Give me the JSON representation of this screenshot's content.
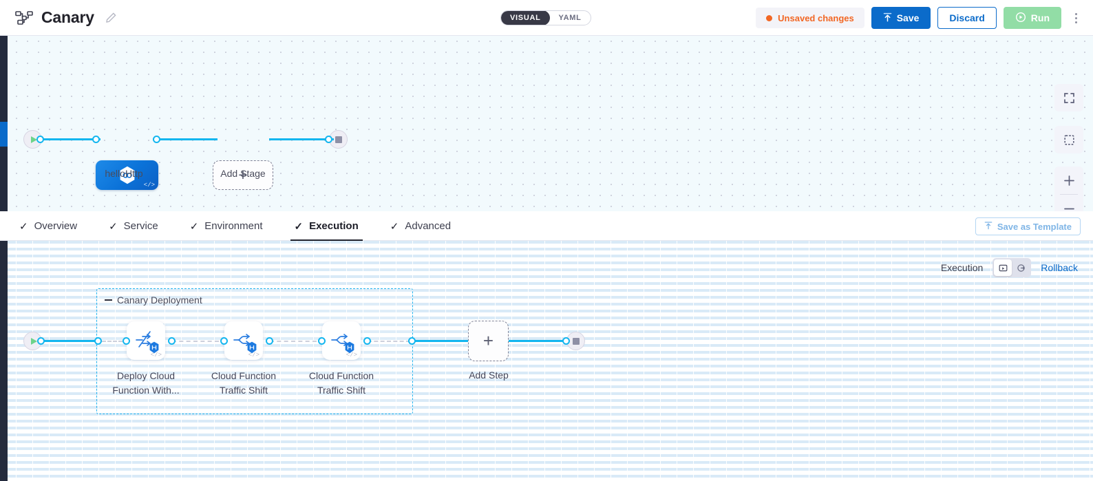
{
  "header": {
    "pipeline_icon": "pipeline-icon",
    "title": "Canary",
    "edit_icon": "pencil-icon",
    "mode_toggle": {
      "visual": "VISUAL",
      "yaml": "YAML",
      "selected": "VISUAL"
    },
    "unsaved_label": "Unsaved changes",
    "save_label": "Save",
    "discard_label": "Discard",
    "run_label": "Run",
    "kebab_icon": "more-vertical-icon"
  },
  "colors": {
    "accent_blue": "#0b6bca",
    "edge_blue": "#13b6ef",
    "unsaved_orange": "#f26724",
    "run_green": "#92dda6",
    "canvas_top_bg": "#f2fafd",
    "dark_rail": "#242b3d"
  },
  "top_canvas": {
    "start_node": "start-node",
    "end_node": "end-node",
    "stage_node": {
      "label": "helloHttp",
      "icon": "hexagon-link-icon",
      "code_glyph": "</>"
    },
    "add_stage": {
      "label": "Add Stage",
      "plus": "+"
    },
    "controls": {
      "fullscreen": "fullscreen-icon",
      "fit": "fit-to-screen-icon",
      "zoom_in": "+",
      "zoom_out": "–"
    }
  },
  "tabs": [
    {
      "label": "Overview",
      "check": "✓",
      "active": false
    },
    {
      "label": "Service",
      "check": "✓",
      "active": false
    },
    {
      "label": "Environment",
      "check": "✓",
      "active": false
    },
    {
      "label": "Execution",
      "check": "✓",
      "active": true
    },
    {
      "label": "Advanced",
      "check": "✓",
      "active": false
    }
  ],
  "save_as_template": {
    "label": "Save as Template",
    "icon": "upload-template-icon"
  },
  "execution_bar": {
    "label": "Execution",
    "toggle_left_icon": "execution-view-icon",
    "toggle_right_icon": "rollback-view-icon",
    "selected": "execution-view-icon",
    "rollback_label": "Rollback"
  },
  "bottom_canvas": {
    "group": {
      "title": "Canary Deployment",
      "collapse_icon": "minus-icon"
    },
    "steps": [
      {
        "label_line1": "Deploy Cloud",
        "label_line2": "Function With...",
        "icon": "deploy-function-icon",
        "badge": "hexagon-badge-icon",
        "code_glyph": "</>"
      },
      {
        "label_line1": "Cloud Function",
        "label_line2": "Traffic Shift",
        "icon": "traffic-shift-icon",
        "badge": "hexagon-badge-icon",
        "code_glyph": "</>"
      },
      {
        "label_line1": "Cloud Function",
        "label_line2": "Traffic Shift",
        "icon": "traffic-shift-icon",
        "badge": "hexagon-badge-icon",
        "code_glyph": "</>"
      }
    ],
    "add_step": {
      "label": "Add Step",
      "plus": "+"
    },
    "start_node": "start-node",
    "end_node": "end-node"
  }
}
